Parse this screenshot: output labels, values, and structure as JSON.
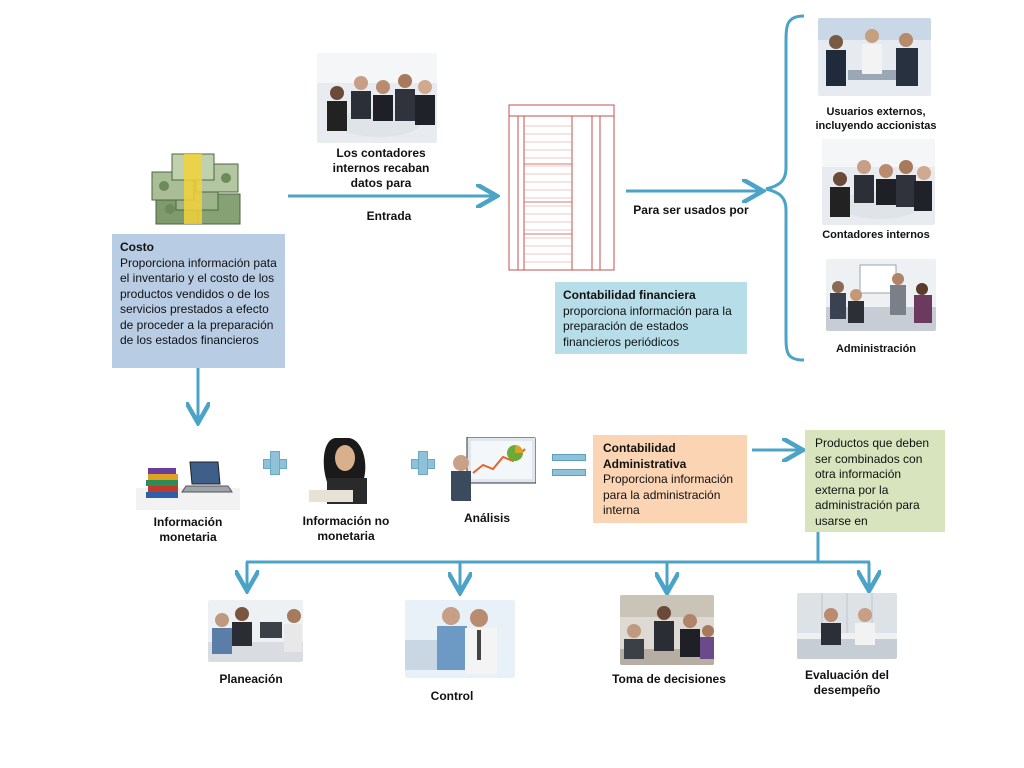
{
  "top": {
    "contadores_label": "Los contadores internos recaban datos para",
    "entrada_label": "Entrada",
    "para_ser_usados": "Para ser usados por"
  },
  "users": {
    "externos": "Usuarios externos, incluyendo accionistas",
    "internos": "Contadores internos",
    "administracion": "Administración"
  },
  "costo": {
    "title": "Costo",
    "body": "Proporciona información pata el inventario y el costo de los productos vendidos o de los servicios prestados a efecto de proceder a la preparación de los estados financieros"
  },
  "financiera": {
    "title": "Contabilidad financiera",
    "body": "proporciona información para la preparación de estados financieros periódicos"
  },
  "administrativa": {
    "title": "Contabilidad Administrativa",
    "body": "Proporciona información para la administración interna"
  },
  "productos": {
    "body": "Productos que deben ser combinados con otra información externa por la administración para usarse en"
  },
  "middle": {
    "info_monetaria": "Información monetaria",
    "info_no_monetaria": "Información no monetaria",
    "analisis": "Análisis"
  },
  "bottom": {
    "planeacion": "Planeación",
    "control": "Control",
    "toma_decisiones": "Toma de decisiones",
    "evaluacion": "Evaluación del desempeño"
  },
  "colors": {
    "arrow": "#4ba3c7",
    "costo_box": "#b8cce4",
    "financiera_box": "#b7dde8",
    "administrativa_box": "#fbd4b4",
    "productos_box": "#d7e4bd",
    "ledger": "#c0504d"
  }
}
